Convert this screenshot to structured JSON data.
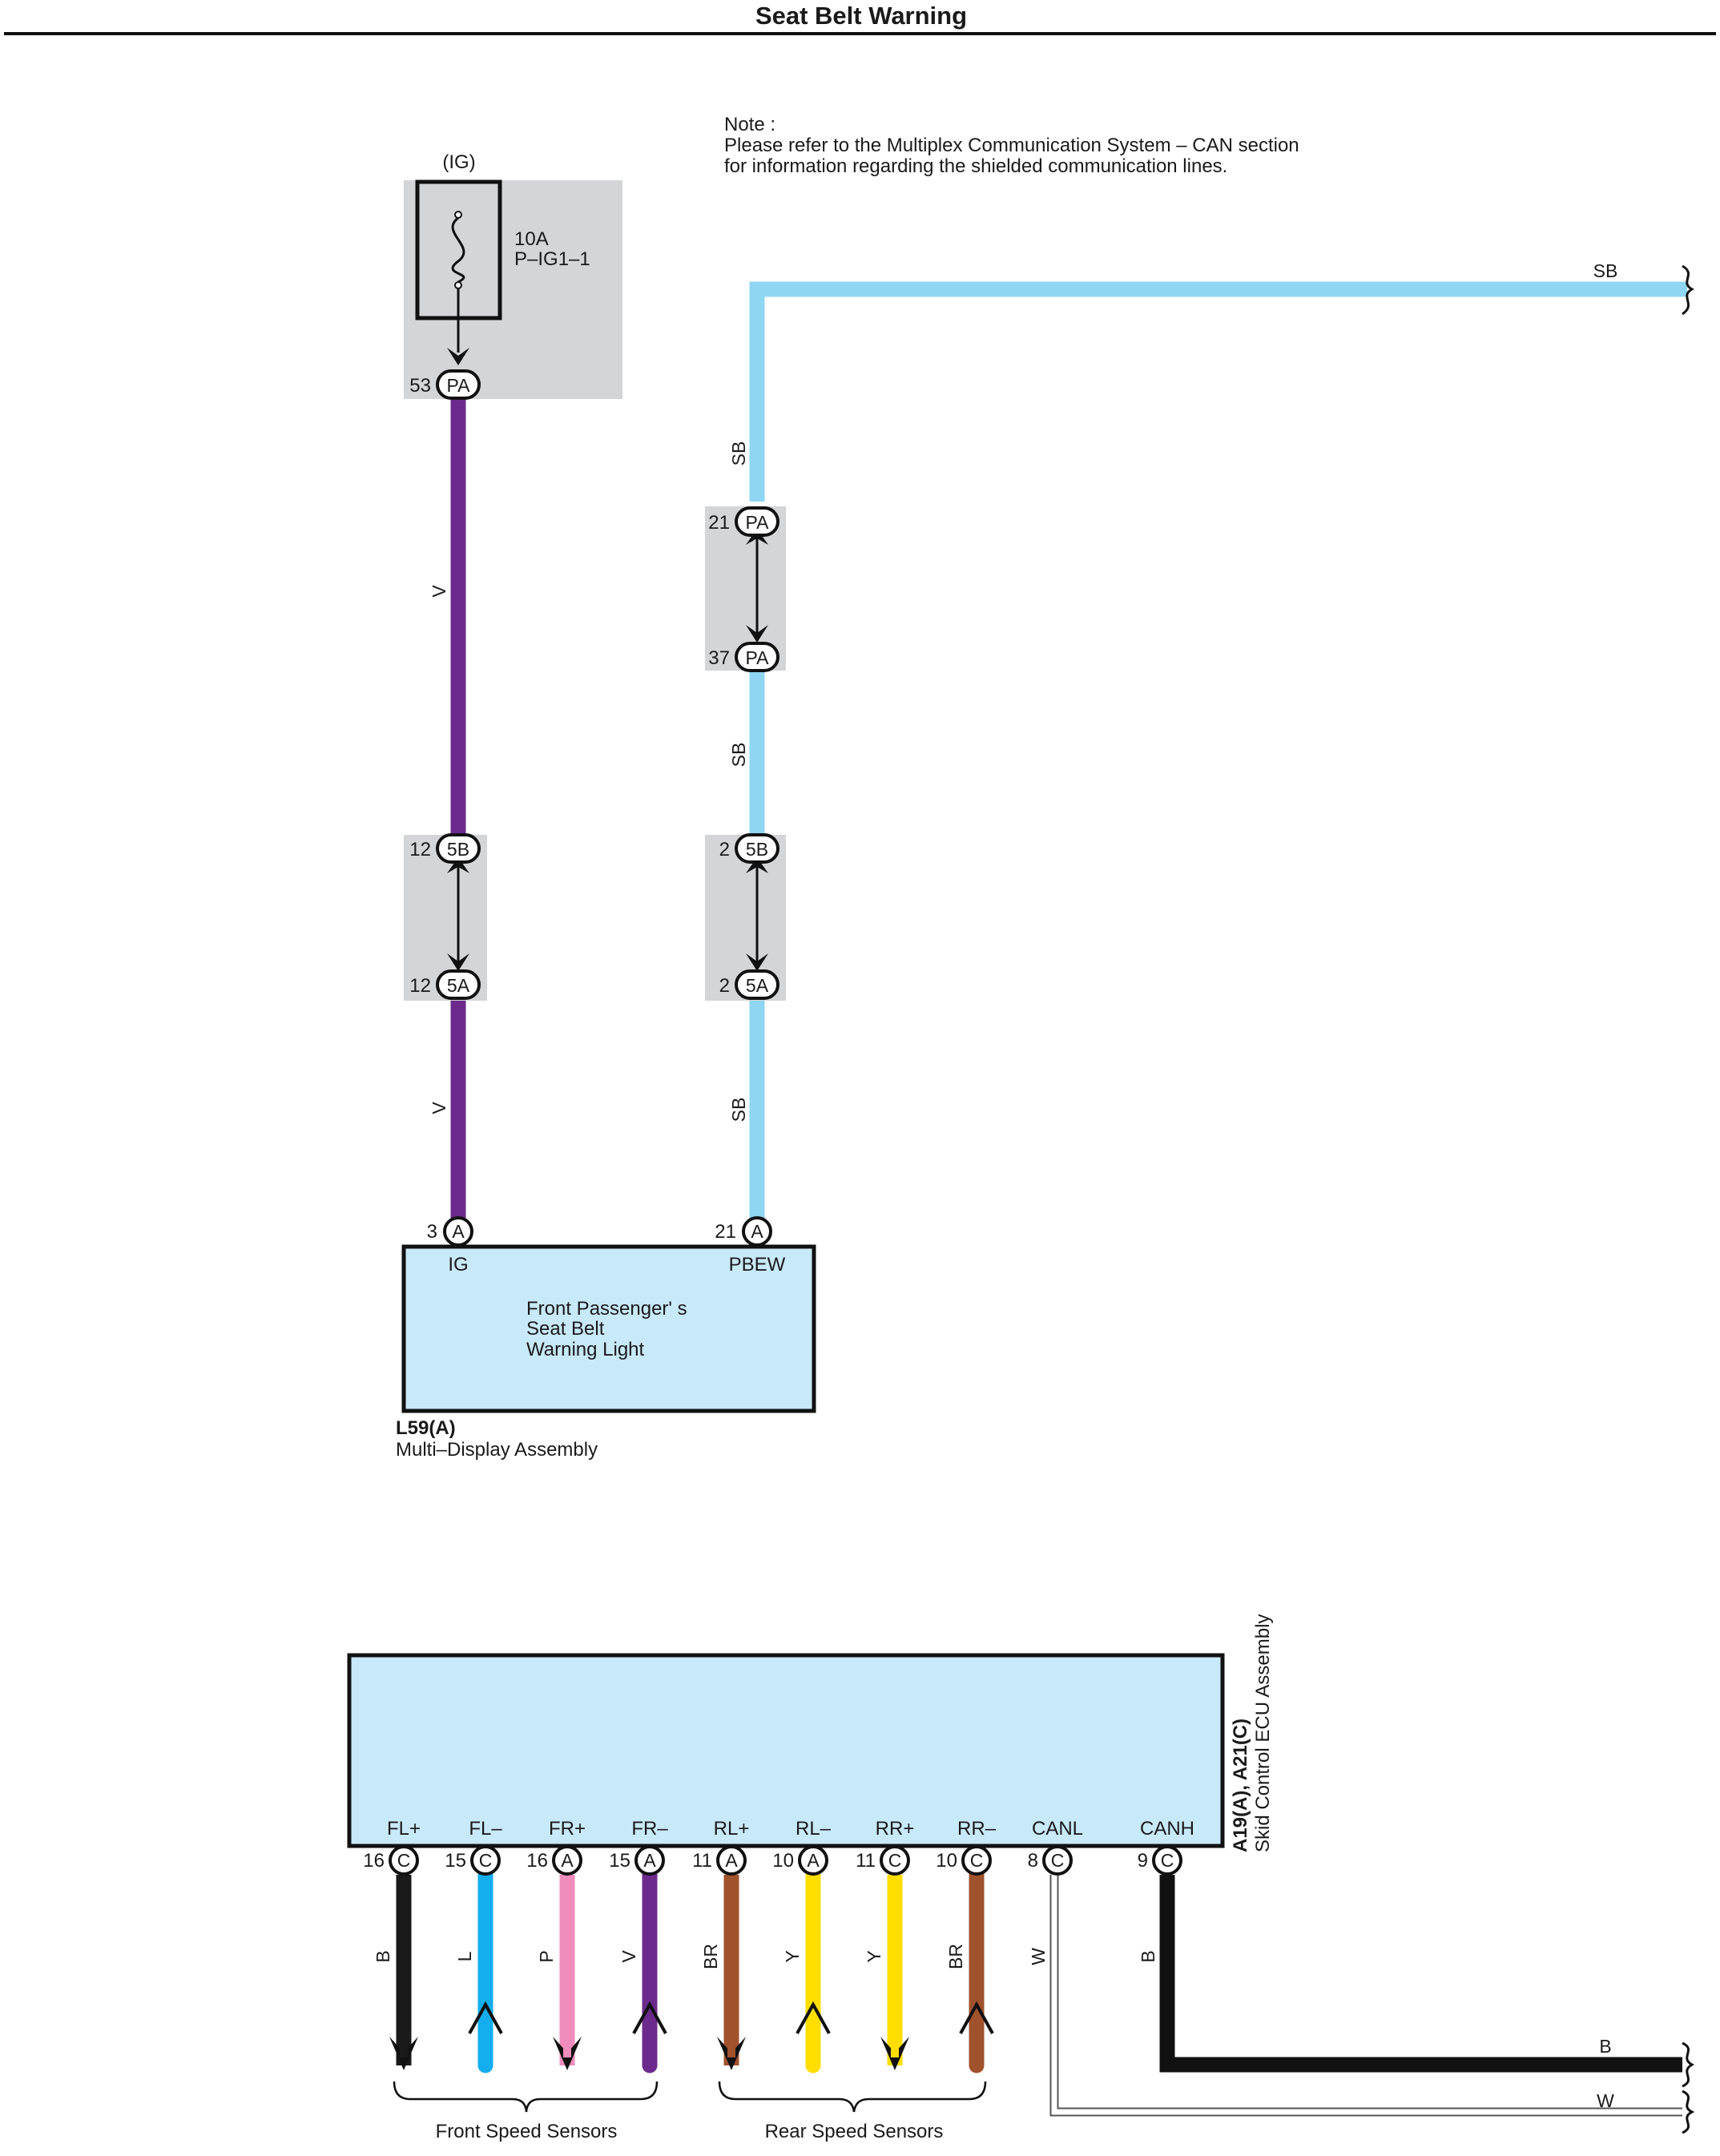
{
  "title": "Seat Belt Warning",
  "note": {
    "heading": "Note :",
    "line1": "Please refer to the Multiplex Communication System – CAN section",
    "line2": "for information regarding the shielded communication lines."
  },
  "colors": {
    "V": "#6b2a8c",
    "SB": "#8fd6f2",
    "B": "#1a1a1a",
    "L": "#12aeee",
    "P": "#f08cbb",
    "BR": "#a0522d",
    "Y": "#ffde00",
    "W": "#ffffff",
    "component_fill": "#c8e9f9",
    "connector_fill": "#d4d5d7"
  },
  "fuse": {
    "power_source": "(IG)",
    "rating": "10A",
    "name": "P–IG1–1",
    "pin": "53",
    "connector": "PA"
  },
  "ig_circuit": {
    "wire_color_1": "V",
    "junction_top": {
      "pin": "12",
      "connector": "5B"
    },
    "junction_bottom": {
      "pin": "12",
      "connector": "5A"
    },
    "wire_color_2": "V",
    "meter_pin": "3",
    "meter_connector": "A",
    "terminal": "IG"
  },
  "pbew_circuit": {
    "wire_right": "SB",
    "wire_1": "SB",
    "junction1_top": {
      "pin": "21",
      "connector": "PA"
    },
    "junction1_bottom": {
      "pin": "37",
      "connector": "PA"
    },
    "wire_2": "SB",
    "junction2_top": {
      "pin": "2",
      "connector": "5B"
    },
    "junction2_bottom": {
      "pin": "2",
      "connector": "5A"
    },
    "wire_3": "SB",
    "meter_pin": "21",
    "meter_connector": "A",
    "terminal": "PBEW"
  },
  "meter": {
    "text_line1": "Front Passenger' s",
    "text_line2": "Seat Belt",
    "text_line3": "Warning Light",
    "code": "L59(A)",
    "name": "Multi–Display Assembly"
  },
  "ecu": {
    "code": "A19(A), A21(C)",
    "name": "Skid Control ECU Assembly",
    "terminals": [
      {
        "label": "FL+",
        "pin": "16",
        "connector": "C",
        "wire": "B",
        "arrow": "down"
      },
      {
        "label": "FL–",
        "pin": "15",
        "connector": "C",
        "wire": "L",
        "arrow": "up"
      },
      {
        "label": "FR+",
        "pin": "16",
        "connector": "A",
        "wire": "P",
        "arrow": "down"
      },
      {
        "label": "FR–",
        "pin": "15",
        "connector": "A",
        "wire": "V",
        "arrow": "up"
      },
      {
        "label": "RL+",
        "pin": "11",
        "connector": "A",
        "wire": "BR",
        "arrow": "down"
      },
      {
        "label": "RL–",
        "pin": "10",
        "connector": "A",
        "wire": "Y",
        "arrow": "up"
      },
      {
        "label": "RR+",
        "pin": "11",
        "connector": "C",
        "wire": "Y",
        "arrow": "down"
      },
      {
        "label": "RR–",
        "pin": "10",
        "connector": "C",
        "wire": "BR",
        "arrow": "up"
      },
      {
        "label": "CANL",
        "pin": "8",
        "connector": "C",
        "wire": "W",
        "arrow": "none"
      },
      {
        "label": "CANH",
        "pin": "9",
        "connector": "C",
        "wire": "B",
        "arrow": "none"
      }
    ],
    "front_sensors": "Front Speed Sensors",
    "rear_sensors": "Rear Speed Sensors",
    "out_b": "B",
    "out_w": "W"
  }
}
